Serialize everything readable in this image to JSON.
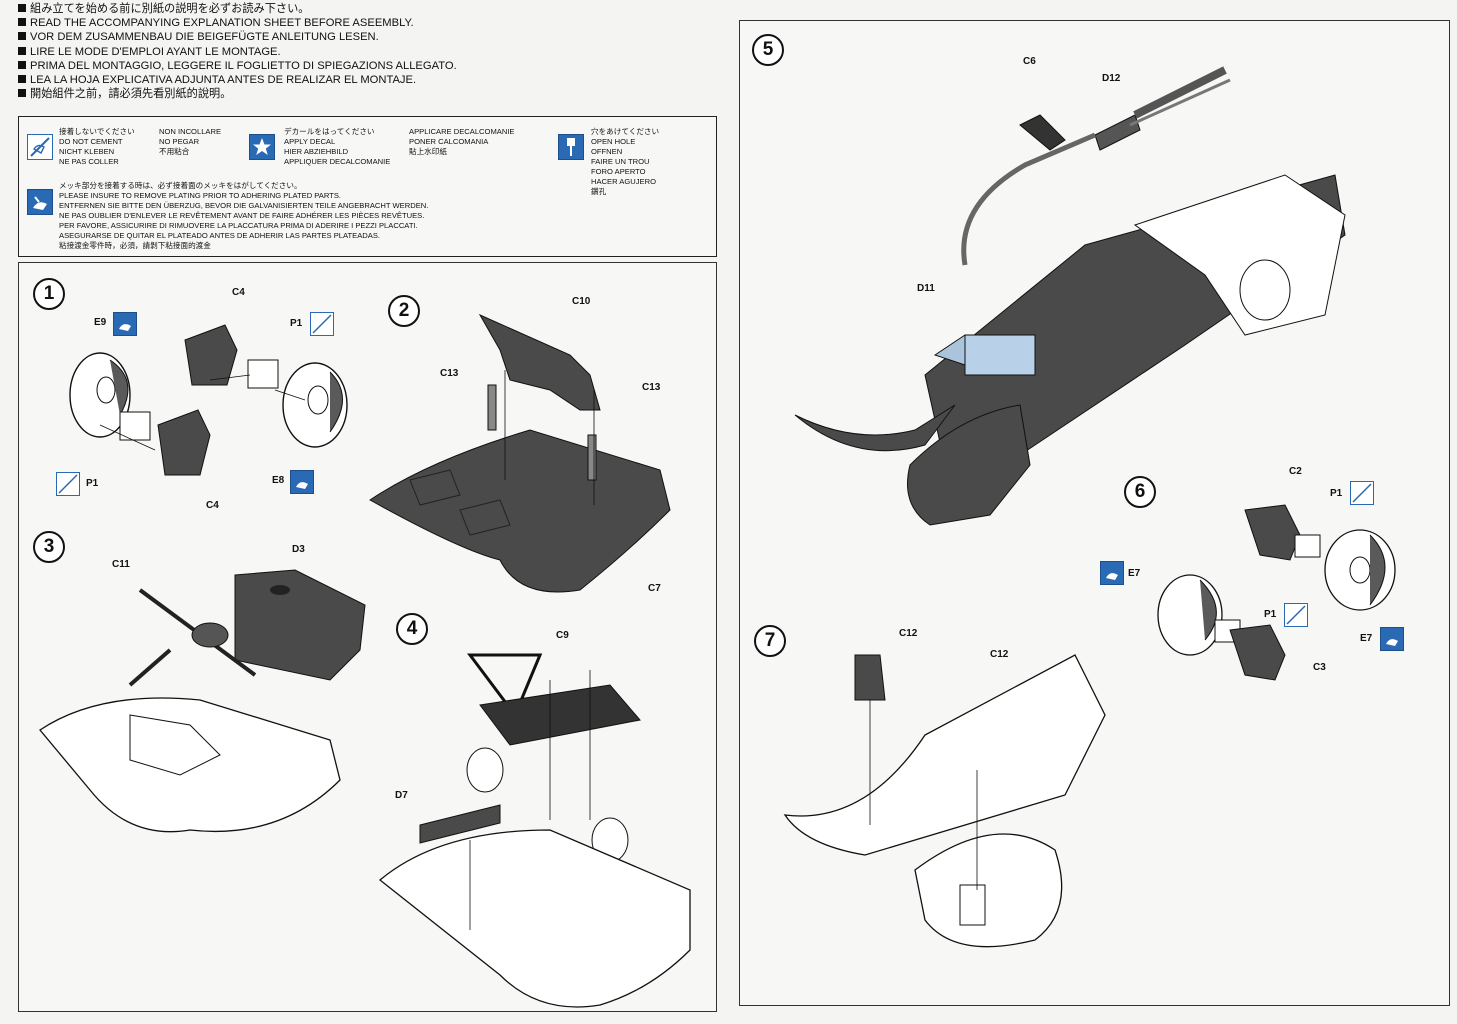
{
  "warnings": [
    "組み立てを始める前に別紙の説明を必ずお読み下さい。",
    "READ THE ACCOMPANYING EXPLANATION SHEET BEFORE ASEEMBLY.",
    "VOR DEM ZUSAMMENBAU DIE BEIGEFÜGTE ANLEITUNG LESEN.",
    "LIRE LE MODE D'EMPLOI AYANT LE MONTAGE.",
    "PRIMA DEL MONTAGGIO, LEGGERE IL FOGLIETTO DI SPIEGAZIONS ALLEGATO.",
    "LEA LA HOJA EXPLICATIVA ADJUNTA ANTES DE REALIZAR EL MONTAJE.",
    "開始組件之前，請必須先看別紙的說明。"
  ],
  "legend": {
    "no_cement": [
      "接着しないでください",
      "DO NOT CEMENT",
      "NICHT KLEBEN",
      "NE PAS COLLER"
    ],
    "no_cement_2": [
      "NON INCOLLARE",
      "NO PEGAR",
      "不用粘合"
    ],
    "decal": [
      "デカールをはってください",
      "APPLY DECAL",
      "HIER ABZIEHBILD",
      "APPLIQUER DECALCOMANIE"
    ],
    "decal_2": [
      "APPLICARE DECALCOMANIE",
      "PONER CALCOMANIA",
      "貼上水印紙"
    ],
    "hole": [
      "穴をあけてください",
      "OPEN HOLE",
      "OFFNEN",
      "FAIRE UN TROU",
      "FORO APERTO",
      "HACER AGUJERO",
      "鑽孔"
    ],
    "plating": [
      "メッキ部分を接着する時は、必ず接着面のメッキをはがしてください。",
      "PLEASE INSURE TO REMOVE PLATING PRIOR TO ADHERING PLATED PARTS.",
      "ENTFERNEN SIE BITTE DEN ÜBERZUG, BEVOR DIE GALVANISIERTEN TEILE ANGEBRACHT WERDEN.",
      "NE PAS OUBLIER D'ENLEVER LE REVÊTEMENT AVANT DE FAIRE ADHÉRER LES PIÈCES REVÊTUES.",
      "PER FAVORE, ASSICURIRE DI RIMUOVERE LA PLACCATURA PRIMA DI ADERIRE I PEZZI PLACCATI.",
      "ASEGURARSE DE QUITAR EL PLATEADO ANTES DE ADHERIR LAS PARTES PLATEADAS.",
      "粘接渡金零件時，必須，請剝下粘接面的渡金"
    ]
  },
  "steps": {
    "s1": "1",
    "s2": "2",
    "s3": "3",
    "s4": "4",
    "s5": "5",
    "s6": "6",
    "s7": "7"
  },
  "parts": {
    "C4": "C4",
    "P1": "P1",
    "E9": "E9",
    "E8": "E8",
    "C10": "C10",
    "C13": "C13",
    "C7": "C7",
    "C11": "C11",
    "D3": "D3",
    "C9": "C9",
    "D7": "D7",
    "C6": "C6",
    "D12": "D12",
    "D11": "D11",
    "C2": "C2",
    "E7": "E7",
    "C3": "C3",
    "C12": "C12"
  },
  "colors": {
    "blue": "#2a69b3",
    "part_dark": "#4a4a4a",
    "line": "#111111"
  }
}
